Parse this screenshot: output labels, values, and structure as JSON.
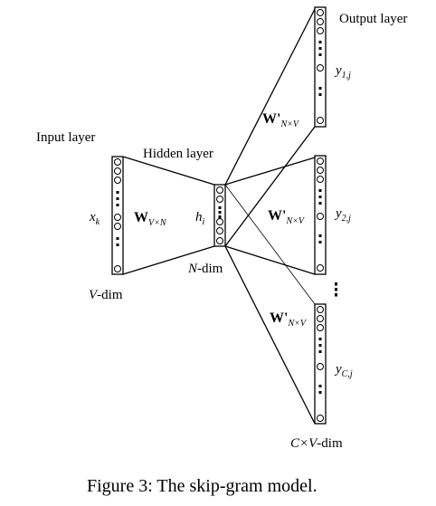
{
  "diagram": {
    "labels": {
      "output_layer": "Output layer",
      "input_layer": "Input layer",
      "hidden_layer": "Hidden layer",
      "input_var": "x",
      "input_var_sub": "k",
      "hidden_var": "h",
      "hidden_var_sub": "i",
      "w_in": "W",
      "w_in_sub": "V×N",
      "w_out": "W'",
      "w_out_sub": "N×V",
      "y_var": "y",
      "y1_sub": "1,j",
      "y2_sub": "2,j",
      "yc_sub": "C,j",
      "v_dim_var": "V",
      "v_dim_text": "-dim",
      "n_dim_var": "N",
      "n_dim_text": "-dim",
      "cv_dim_var": "C×V",
      "cv_dim_text": "-dim"
    },
    "caption": "Figure 3: The skip-gram model."
  }
}
